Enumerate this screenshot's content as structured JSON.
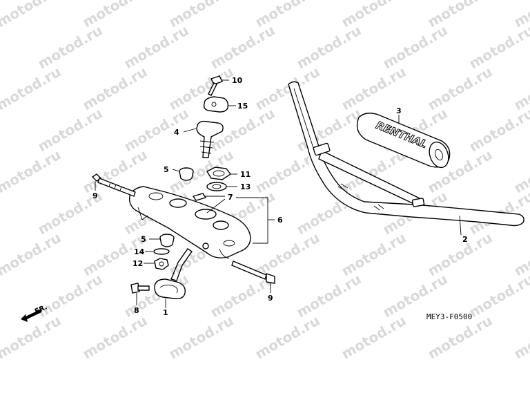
{
  "watermark": {
    "text": "motod.ru"
  },
  "drawing_code": "MEY3-F0500",
  "front_label": "FR.",
  "brand_text": "RENTHAL",
  "callouts": [
    {
      "id": "c10",
      "label": "10"
    },
    {
      "id": "c15",
      "label": "15"
    },
    {
      "id": "c4",
      "label": "4"
    },
    {
      "id": "c5a",
      "label": "5"
    },
    {
      "id": "c11",
      "label": "11"
    },
    {
      "id": "c13",
      "label": "13"
    },
    {
      "id": "c7",
      "label": "7"
    },
    {
      "id": "c9a",
      "label": "9"
    },
    {
      "id": "c6",
      "label": "6"
    },
    {
      "id": "c5b",
      "label": "5"
    },
    {
      "id": "c14",
      "label": "14"
    },
    {
      "id": "c12",
      "label": "12"
    },
    {
      "id": "c9b",
      "label": "9"
    },
    {
      "id": "c8",
      "label": "8"
    },
    {
      "id": "c1",
      "label": "1"
    },
    {
      "id": "c3",
      "label": "3"
    },
    {
      "id": "c2",
      "label": "2"
    }
  ]
}
